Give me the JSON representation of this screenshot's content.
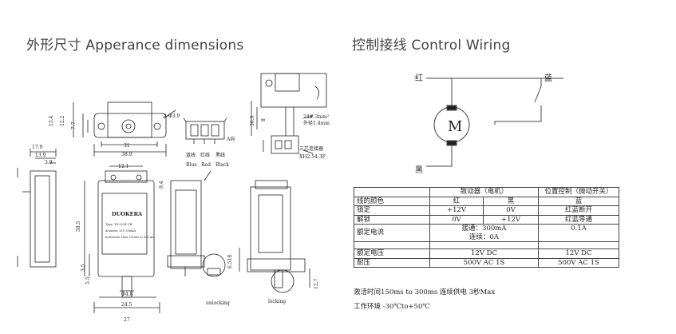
{
  "headers": {
    "left": "外形尺寸  Apperance dimensions",
    "right": "控制接线  Control Wiring"
  },
  "top_view": {
    "dims": [
      "15.4",
      "12.2",
      "7.7",
      "2-Φ3.9",
      "31",
      "38.9"
    ]
  },
  "connector": {
    "labels": [
      "蓝线",
      "红线",
      "黑线"
    ],
    "labels_en": [
      "Blue",
      "Red",
      "Black"
    ],
    "a_label": "A向"
  },
  "side_view": {
    "dims": [
      "30.9",
      "8"
    ],
    "cable_note_1": "24#.3mm²",
    "cable_note_2": "外径1.4mm",
    "conn_note_1": "三芯连接器",
    "conn_note_2": "XH2.54-3P"
  },
  "left_view": {
    "dims": [
      "17.9",
      "13.9",
      "3.9"
    ]
  },
  "front_view": {
    "dims": [
      "12.1",
      "58.5",
      "27",
      "24.5",
      "Φ4.8",
      "3.5",
      "5.5"
    ],
    "label_brand": "DUOKERA",
    "label_line1": "Type: YS-0224-CH",
    "label_line2": "Actuator   12V 300mA",
    "label_line3": "Activation Time 150ms to 300 ms"
  },
  "side_right_dims": [
    "9.4",
    "6.518",
    "12.7"
  ],
  "lock_labels": [
    "unlocking",
    "locking"
  ],
  "wiring": {
    "red_label": "红",
    "blue_label": "蓝",
    "black_label": "黑",
    "motor_label": "M"
  },
  "table": {
    "headers": [
      "",
      "致动器（电机）",
      "",
      "位置控制（微动开关）"
    ],
    "subheader": [
      "线的颜色",
      "红",
      "黑",
      "蓝"
    ],
    "rows": [
      [
        "锁定",
        "+12V",
        "0V",
        "红蓝断开"
      ],
      [
        "解锁",
        "0V",
        "+12V",
        "红蓝导通"
      ]
    ],
    "rated_current_label": "额定电流",
    "rated_current_1": "接通：300mA",
    "rated_current_2": "连续：0A",
    "rated_current_switch": "0.1A",
    "rated_voltage_label": "额定电压",
    "rated_voltage": "12V DC",
    "rated_voltage_switch": "12V DC",
    "withstand_label": "耐压",
    "withstand": "500V AC 1S",
    "withstand_switch": "500V AC 1S"
  },
  "notes": [
    "激活时间150ms to 300ms  连续供电 3秒Max",
    "工作环境 -30℃to+50℃"
  ]
}
